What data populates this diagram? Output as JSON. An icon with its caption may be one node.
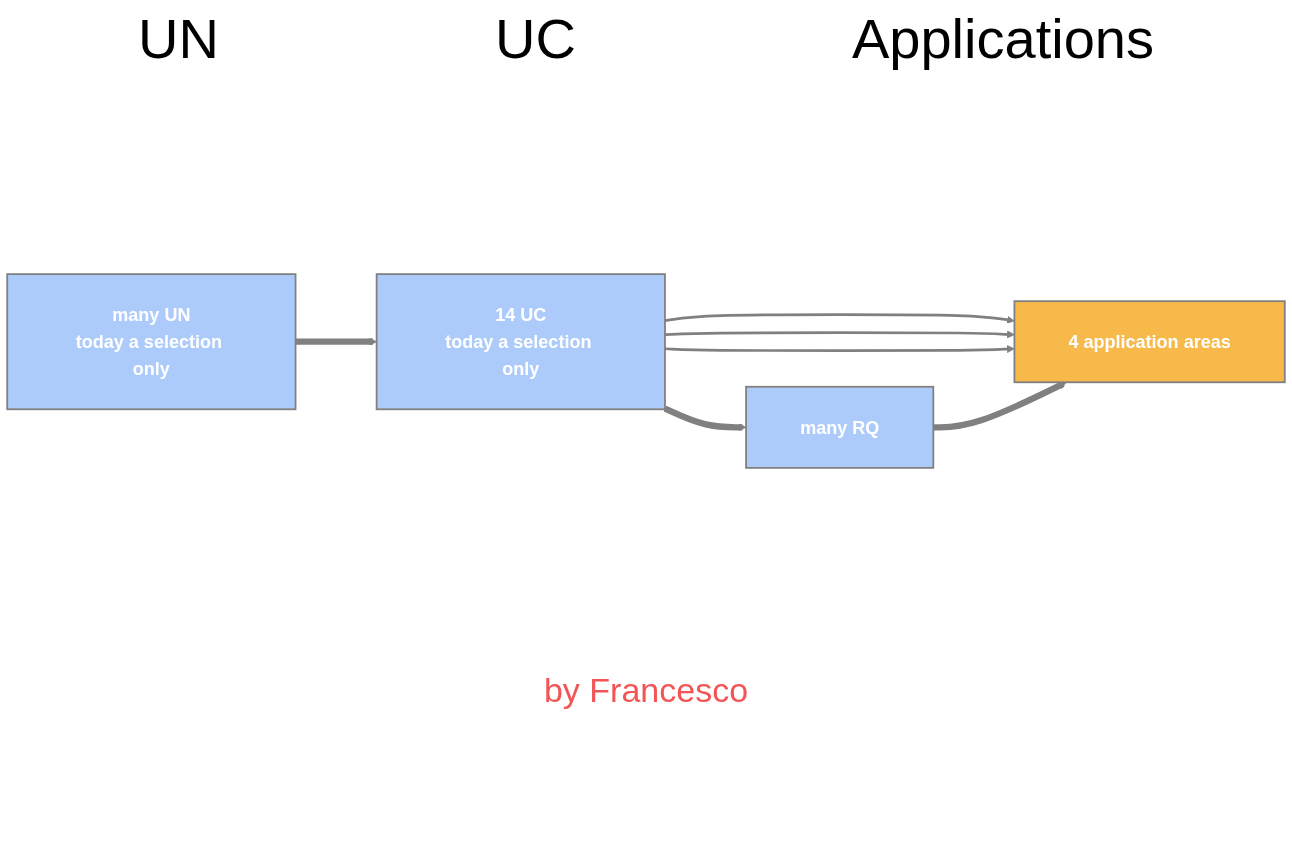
{
  "diagram": {
    "nodes": [
      {
        "text": [
          "many UN",
          "today a selection only"
        ]
      },
      {
        "text": [
          "14 UC",
          "today a selection only"
        ]
      },
      {
        "text": [
          "4 application areas"
        ]
      },
      {
        "text": [
          "many RQ"
        ]
      }
    ],
    "edges": [
      {
        "from": 0,
        "to": 1,
        "arrow": "to",
        "style": "thick"
      },
      {
        "from": 1,
        "to": 2,
        "arrow": "to"
      },
      {
        "from": 1,
        "to": 2,
        "arrow": "to"
      },
      {
        "from": 1,
        "to": 2,
        "arrow": "to"
      },
      {
        "from": 1,
        "to": 3,
        "arrow": "to",
        "style": "thick"
      },
      {
        "from": 3,
        "to": 2,
        "arrow": "to",
        "style": "thick"
      }
    ],
    "labels": [
      "UN",
      "UC",
      "Applications",
      "by Francesco"
    ]
  }
}
